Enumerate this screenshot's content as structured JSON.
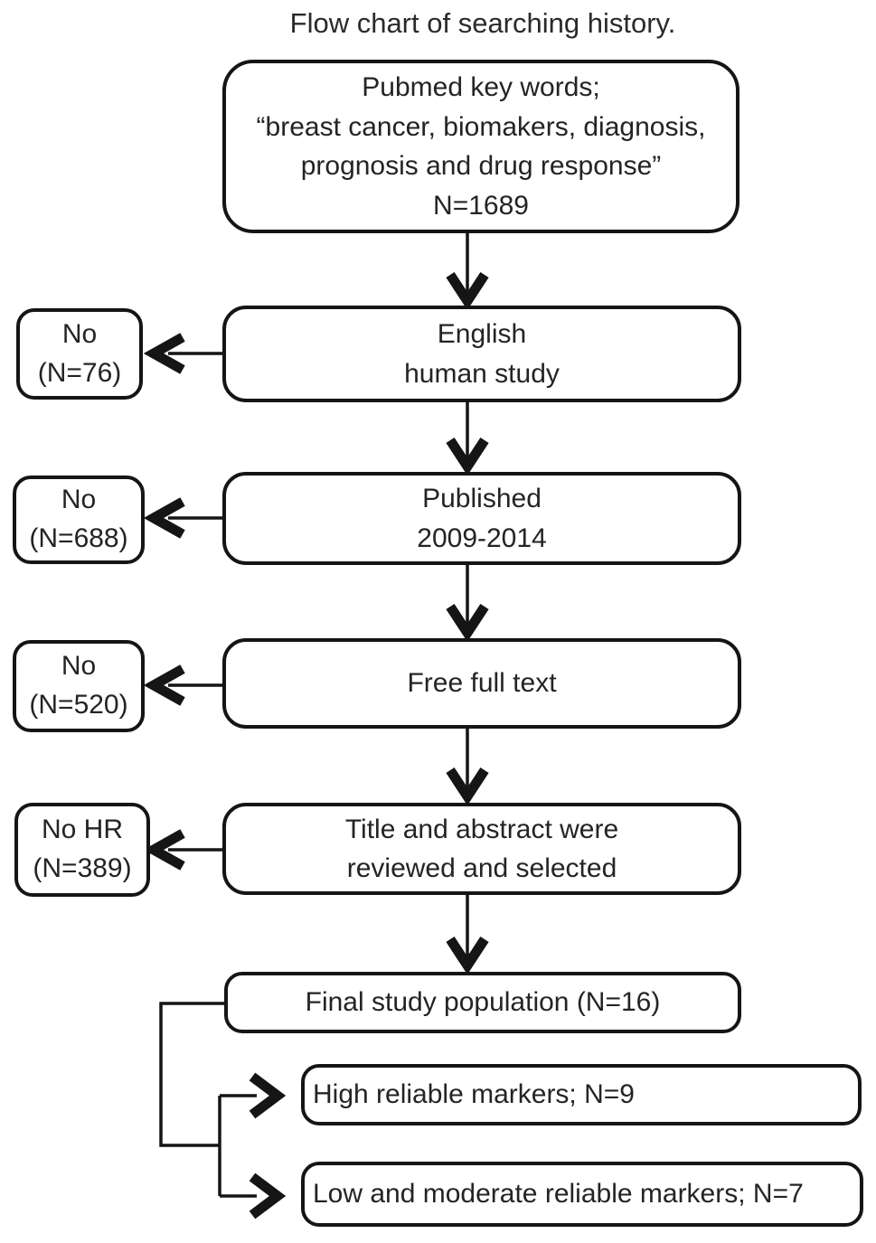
{
  "title": "Flow chart of searching history.",
  "nodes": {
    "keywords": {
      "line1": "Pubmed key words;",
      "line2": "“breast cancer, biomakers, diagnosis,",
      "line3": "prognosis and drug response”",
      "line4": "N=1689"
    },
    "english": {
      "line1": "English",
      "line2": "human study"
    },
    "published": {
      "line1": "Published",
      "line2": "2009-2014"
    },
    "free_full_text": {
      "line1": "Free full text"
    },
    "review": {
      "line1": "Title and abstract were",
      "line2": "reviewed and selected"
    },
    "final_population": {
      "line1": "Final study population (N=16)"
    },
    "high_reliable": {
      "line1": "High reliable markers; N=9"
    },
    "low_moderate": {
      "line1": "Low and moderate reliable markers; N=7"
    }
  },
  "excluded": {
    "no_english": {
      "line1": "No",
      "line2": "(N=76)"
    },
    "no_published": {
      "line1": "No",
      "line2": "(N=688)"
    },
    "no_free_text": {
      "line1": "No",
      "line2": "(N=520)"
    },
    "no_hr": {
      "line1": "No HR",
      "line2": "(N=389)"
    }
  },
  "colors": {
    "line": "#151515",
    "text": "#242424",
    "background": "#ffffff"
  }
}
